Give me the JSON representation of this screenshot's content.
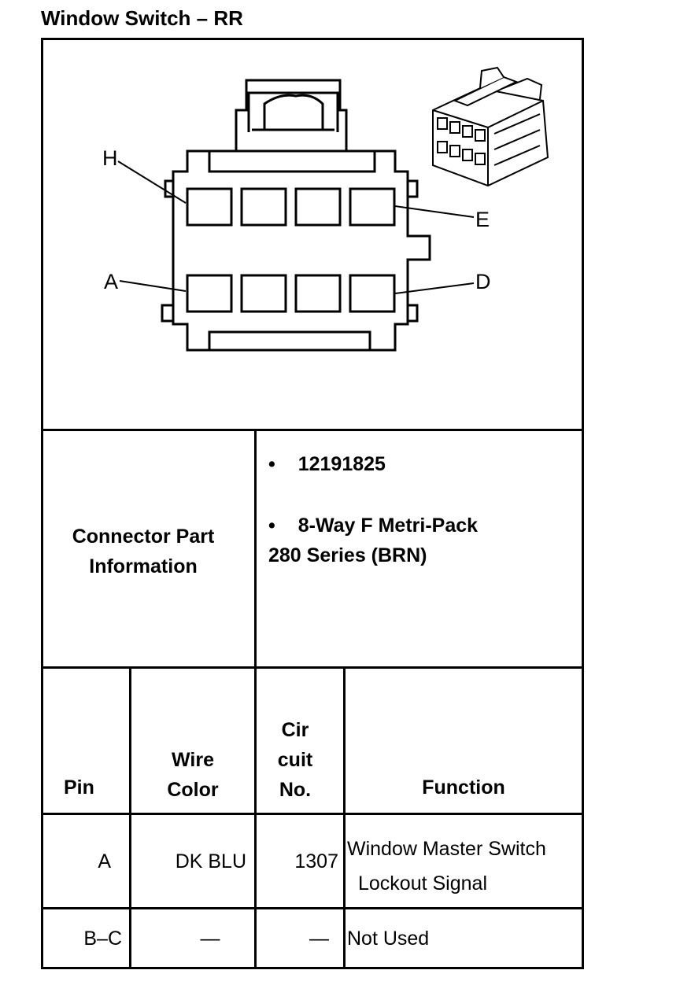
{
  "title": "Window Switch – RR",
  "diagram": {
    "pin_labels": {
      "h": "H",
      "e": "E",
      "a": "A",
      "d": "D"
    }
  },
  "connector_info": {
    "label_line1": "Connector Part",
    "label_line2": "Information",
    "bullet_glyph": "•",
    "part_number": "12191825",
    "description_line1": "8-Way F Metri-Pack",
    "description_line2": "280 Series (BRN)"
  },
  "table": {
    "headers": {
      "pin": "Pin",
      "wire_color_1": "Wire",
      "wire_color_2": "Color",
      "circuit_1": "Cir",
      "circuit_2": "cuit",
      "circuit_3": "No.",
      "function": "Function"
    },
    "rows": [
      {
        "pin": "A",
        "wire_color": "DK BLU",
        "circuit": "1307",
        "function_line1": "Window Master Switch",
        "function_line2": "Lockout Signal"
      },
      {
        "pin": "B–C",
        "wire_color": "—",
        "circuit": "—",
        "function_line1": "Not Used",
        "function_line2": ""
      }
    ]
  }
}
